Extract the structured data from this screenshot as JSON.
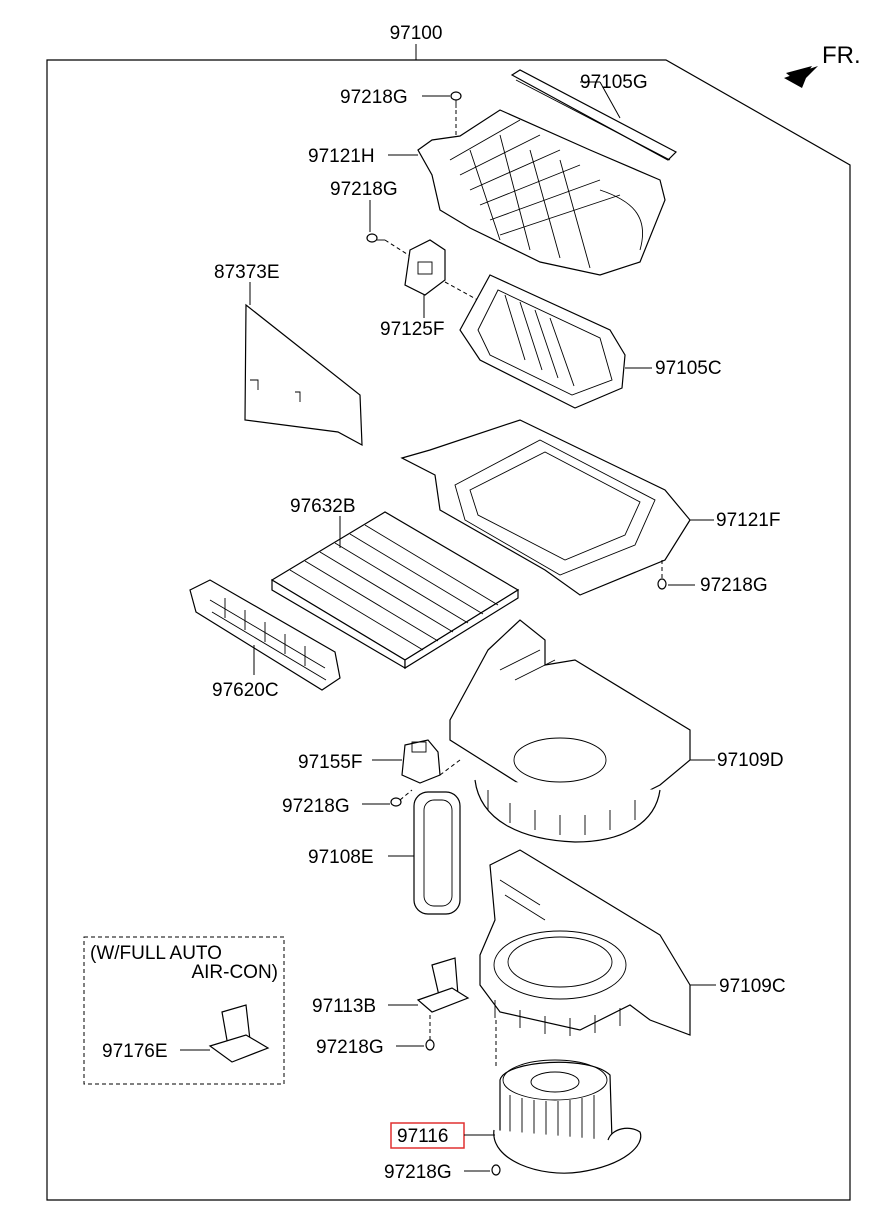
{
  "diagram": {
    "assembly_number": "97100",
    "direction_marker": "FR.",
    "optional_box": {
      "line1": "(W/FULL AUTO",
      "line2": "AIR-CON)"
    },
    "parts": {
      "p97105G": "97105G",
      "p97218G_top": "97218G",
      "p97121H": "97121H",
      "p97218G_second": "97218G",
      "p87373E": "87373E",
      "p97125F": "97125F",
      "p97105C": "97105C",
      "p97632B": "97632B",
      "p97121F": "97121F",
      "p97218G_right": "97218G",
      "p97620C": "97620C",
      "p97155F": "97155F",
      "p97109D": "97109D",
      "p97218G_mid": "97218G",
      "p97108E": "97108E",
      "p97109C": "97109C",
      "p97113B": "97113B",
      "p97218G_lower": "97218G",
      "p97176E": "97176E",
      "p97116": "97116",
      "p97218G_bottom": "97218G"
    },
    "highlight_color": "#e03030"
  }
}
